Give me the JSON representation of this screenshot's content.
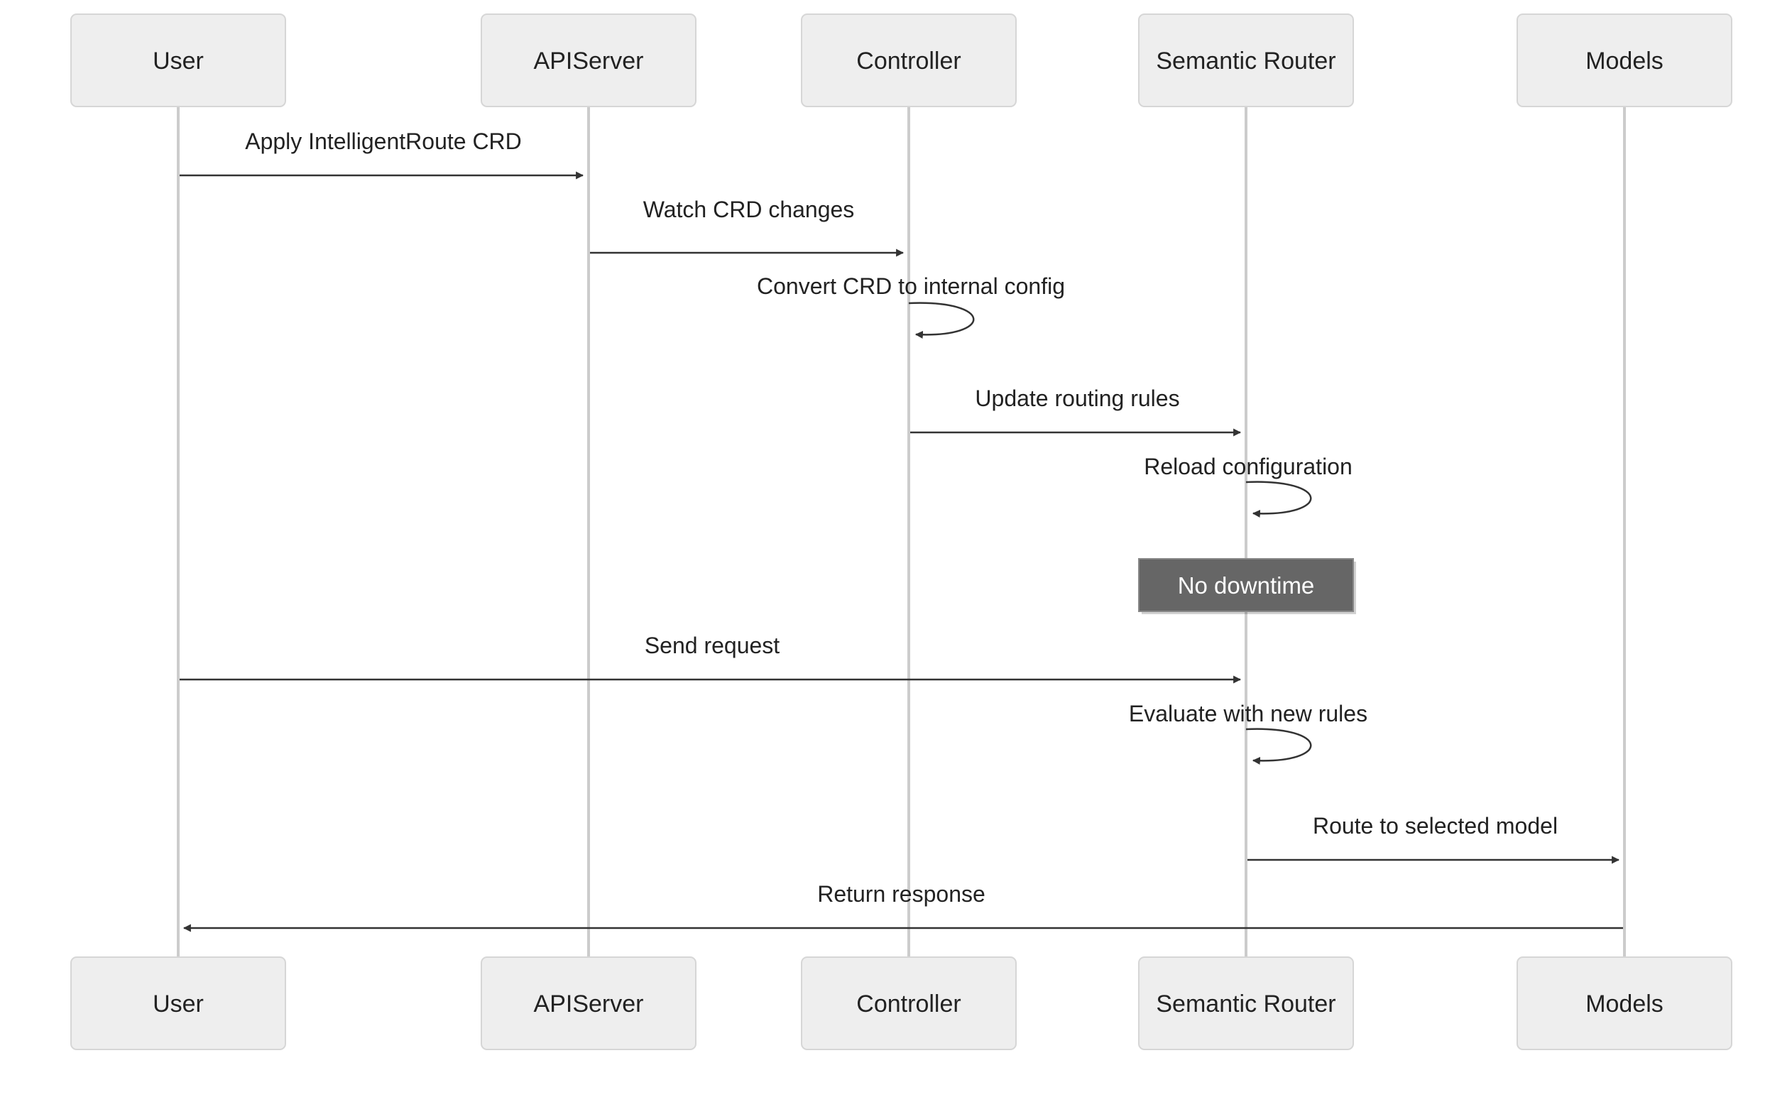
{
  "participants": [
    {
      "id": "user",
      "label": "User"
    },
    {
      "id": "apiserver",
      "label": "APIServer"
    },
    {
      "id": "controller",
      "label": "Controller"
    },
    {
      "id": "router",
      "label": "Semantic Router"
    },
    {
      "id": "models",
      "label": "Models"
    }
  ],
  "messages": [
    {
      "from": "user",
      "to": "apiserver",
      "label": "Apply IntelligentRoute CRD"
    },
    {
      "from": "apiserver",
      "to": "controller",
      "label": "Watch CRD changes"
    },
    {
      "from": "controller",
      "to": "controller",
      "label": "Convert CRD to internal config"
    },
    {
      "from": "controller",
      "to": "router",
      "label": "Update routing rules"
    },
    {
      "from": "router",
      "to": "router",
      "label": "Reload configuration"
    },
    {
      "from": "user",
      "to": "router",
      "label": "Send request"
    },
    {
      "from": "router",
      "to": "router",
      "label": "Evaluate with new rules"
    },
    {
      "from": "router",
      "to": "models",
      "label": "Route to selected model"
    },
    {
      "from": "models",
      "to": "user",
      "label": "Return response"
    }
  ],
  "notes": [
    {
      "over": "router",
      "label": "No downtime"
    }
  ],
  "colors": {
    "actor_fill": "#eeeeee",
    "actor_stroke": "#d6d6d6",
    "lifeline": "#cccccc",
    "message": "#333333",
    "note_fill": "#666666",
    "note_text": "#ffffff"
  }
}
